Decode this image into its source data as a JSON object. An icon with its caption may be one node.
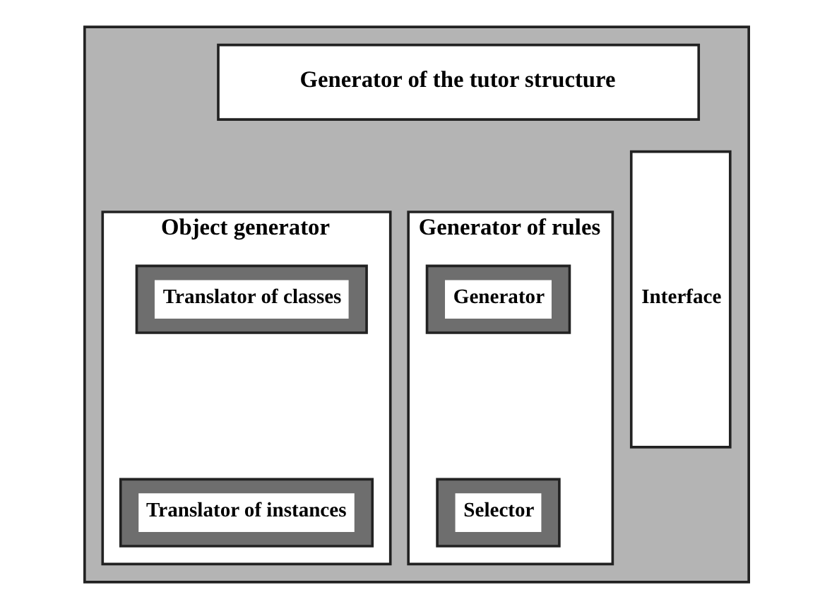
{
  "diagram": {
    "nodes": [
      {
        "text": [],
        "shape": "box"
      },
      {
        "text": [
          "Generator of the tutor structure"
        ],
        "in": 0
      },
      {
        "text": [
          "Object generator"
        ],
        "in": 0
      },
      {
        "text": [
          "Translator of classes"
        ],
        "in": 2
      },
      {
        "text": [
          "Translator of instances"
        ],
        "in": 2
      },
      {
        "text": [
          "Generator of rules"
        ],
        "in": 0
      },
      {
        "text": [
          "Generator"
        ],
        "in": 5
      },
      {
        "text": [
          "Selector"
        ],
        "in": 5
      },
      {
        "text": [
          "Interface"
        ],
        "in": 0
      }
    ],
    "edges": []
  }
}
